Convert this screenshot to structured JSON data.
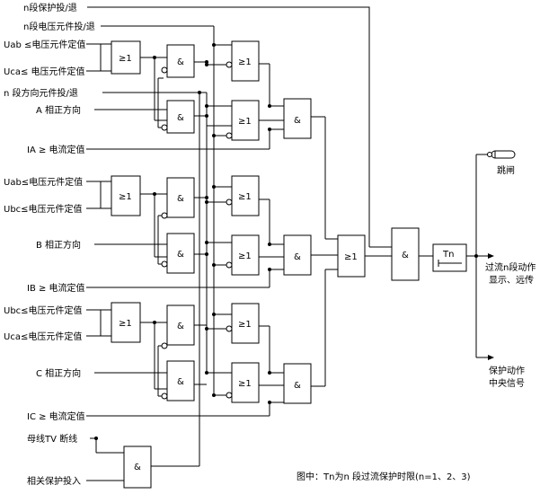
{
  "inputs": {
    "n_stage_enable": "n段保护投/退",
    "n_voltage_enable": "n段电压元件投/退",
    "uab_1": "Uab ≤电压元件定值",
    "uca_1": "Uca≤ 电压元件定值",
    "n_direction_enable": "n 段方向元件投/退",
    "a_direction": "A 相正方向",
    "ia_current": "IA ≥ 电流定值",
    "uab_2": "Uab≤电压元件定值",
    "ubc_1": "Ubc≤电压元件定值",
    "b_direction": "B 相正方向",
    "ib_current": "IB ≥ 电流定值",
    "ubc_2": "Ubc≤电压元件定值",
    "uca_2": "Uca≤电压元件定值",
    "c_direction": "C 相正方向",
    "ic_current": "IC ≥ 电流定值",
    "bus_tv_break": "母线TV 断线",
    "related_protection": "相关保护投入"
  },
  "gates": {
    "or_symbol": "≥1",
    "and_symbol": "&",
    "timer_label": "Tn"
  },
  "outputs": {
    "trip": "跳闸",
    "display_line1": "过流n段动作",
    "display_line2": "显示、远传",
    "signal_line1": "保护动作",
    "signal_line2": "中央信号"
  },
  "caption": "图中：Tn为n 段过流保护时限(n=1、2、3)"
}
